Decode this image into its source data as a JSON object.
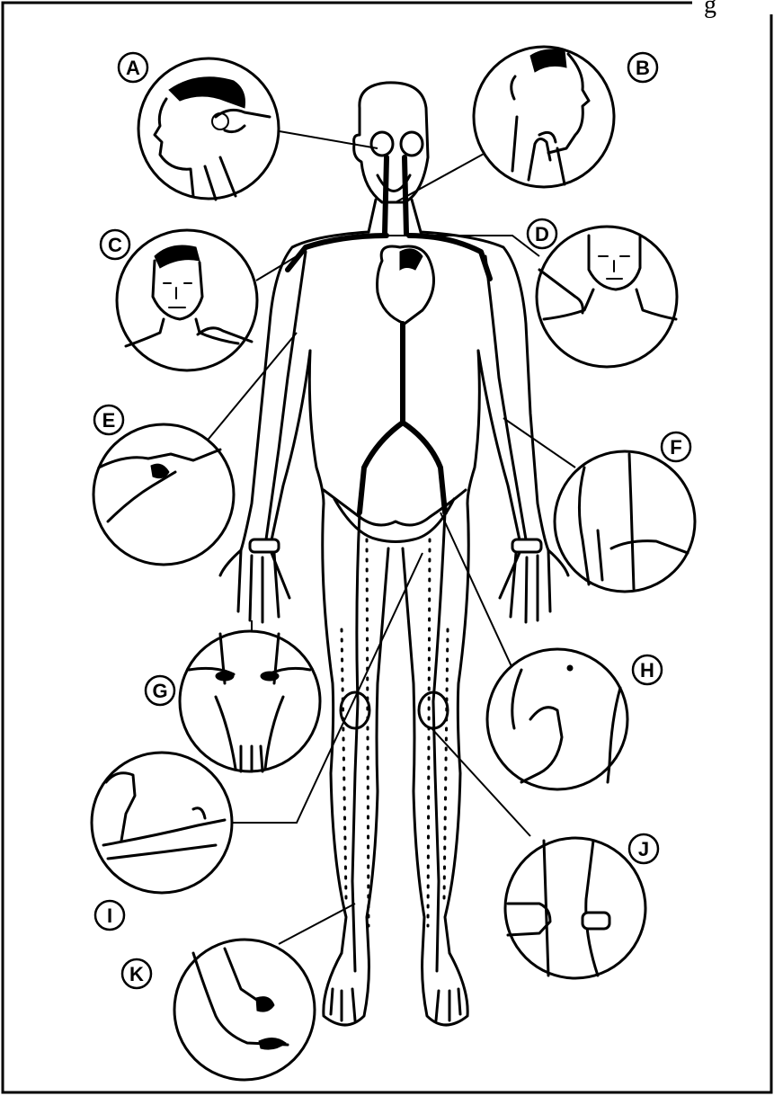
{
  "corner_mark": "g",
  "labels": {
    "A": "A",
    "B": "B",
    "C": "C",
    "D": "D",
    "E": "E",
    "F": "F",
    "G": "G",
    "H": "H",
    "I": "I",
    "J": "J",
    "K": "K"
  }
}
